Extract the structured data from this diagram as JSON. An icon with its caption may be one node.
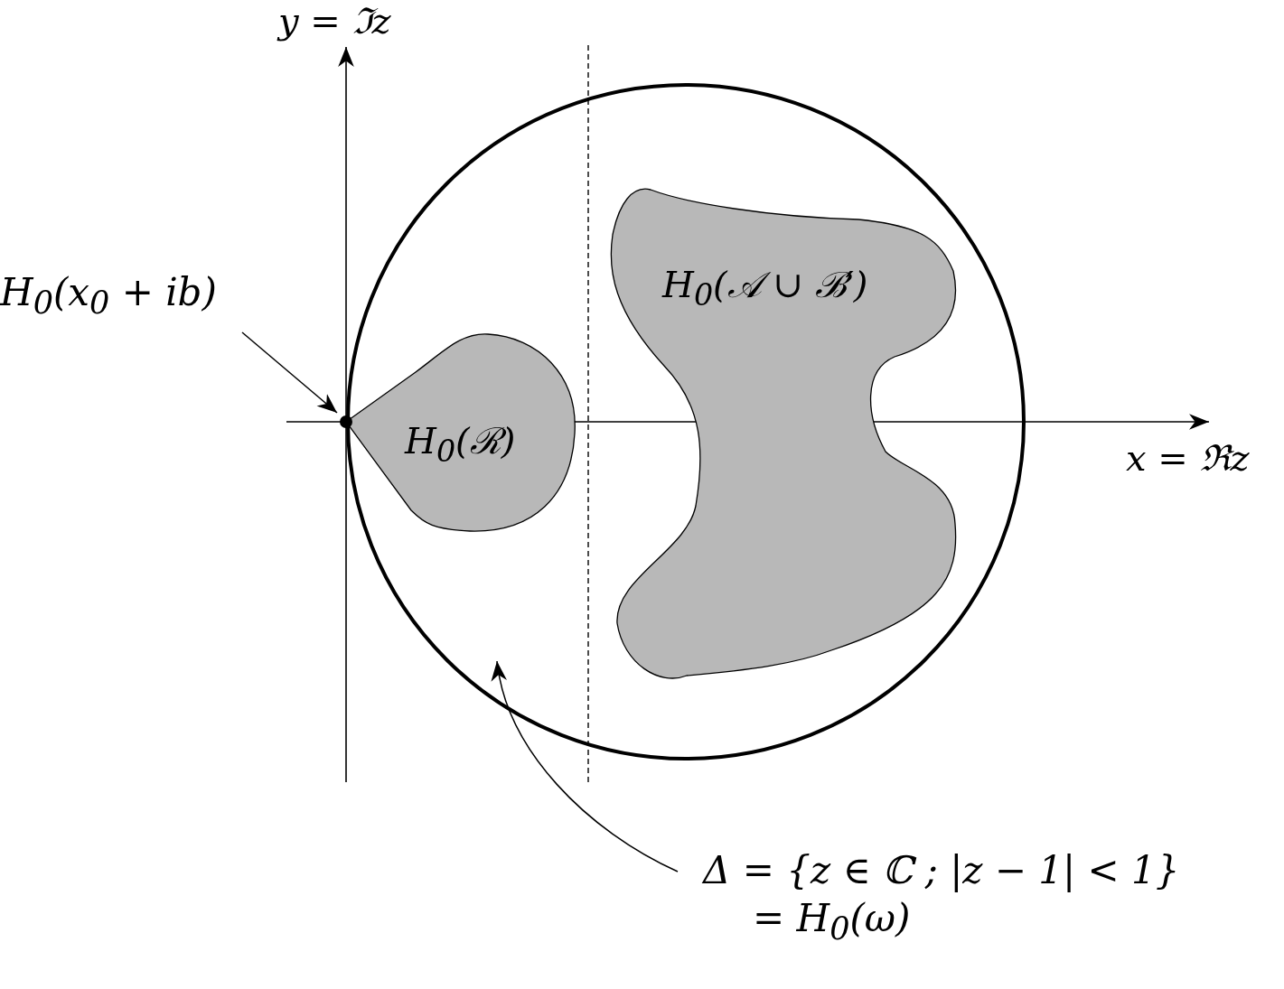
{
  "diagram": {
    "nodes": [
      {
        "text": [],
        "shape": "circle"
      },
      {
        "text": [
          "H$_{0}$(ℛ)"
        ],
        "in": 0
      },
      {
        "text": [
          "H$_{0}$(𝒜 ∪ ℬ′)"
        ],
        "in": 0
      },
      {
        "text": [],
        "shape": "circle"
      },
      {
        "text": [
          "H$_{0}$(x$_{0}$ + ib)"
        ]
      },
      {
        "text": [
          "Δ = {z ∈ ℂ ; |z − 1| < 1}",
          "= H$_{0}$(ω)"
        ]
      }
    ],
    "edges": [
      {
        "from": 4,
        "to": 3,
        "arrow": "to"
      },
      {
        "from": 5,
        "to": 0,
        "arrow": "to"
      }
    ],
    "labels": [
      "y = ℑz",
      "x = ℜz"
    ]
  }
}
